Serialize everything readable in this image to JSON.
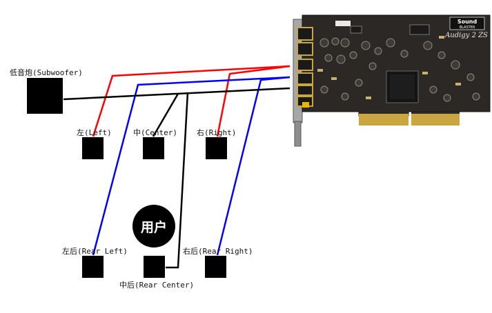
{
  "card": {
    "brand_line1": "Sound",
    "brand_line2": "BLASTER",
    "model": "Audigy 2 ZS"
  },
  "speakers": {
    "subwoofer": "低音炮(Subwoofer)",
    "left": "左(Left)",
    "center": "中(Center)",
    "right": "右(Right)",
    "rear_left": "左后(Rear Left)",
    "rear_center": "中后(Rear Center)",
    "rear_right": "右后(Rear Right)"
  },
  "user": {
    "label": "用户"
  },
  "colors": {
    "red_cable": "#ff0000",
    "blue_cable": "#0000ff",
    "black_cable": "#000000",
    "pcb": "#2a2622",
    "bracket": "#9a9a9a"
  }
}
